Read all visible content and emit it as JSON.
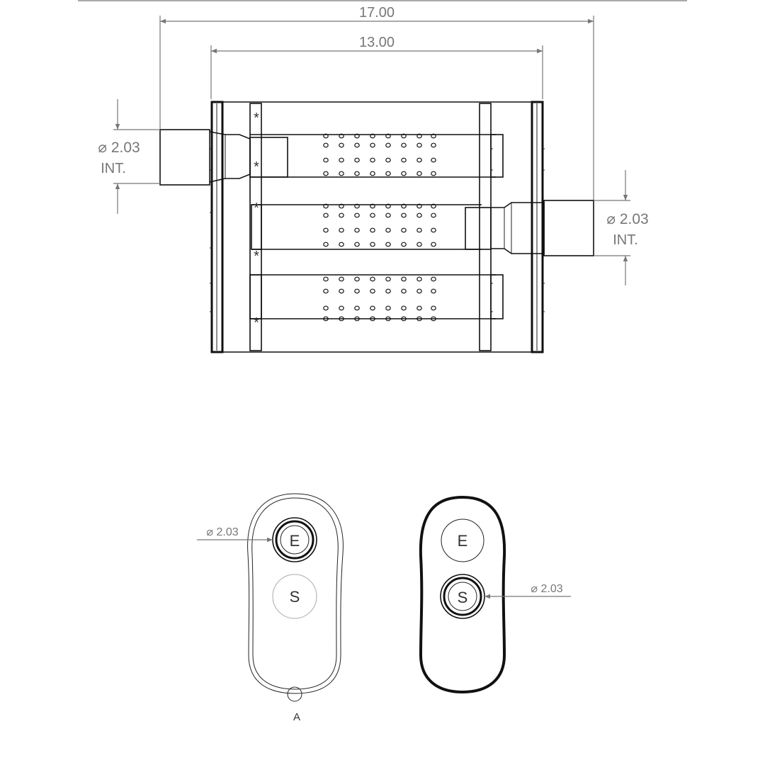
{
  "top_view": {
    "overall_length": "17.00",
    "body_length": "13.00",
    "inlet": {
      "diameter": "2.03",
      "note": "INT."
    },
    "outlet": {
      "diameter": "2.03",
      "note": "INT."
    },
    "weld_mark": "*"
  },
  "end_view_left": {
    "port_upper": "E",
    "port_lower": "S",
    "diameter": "2.03",
    "detail": "A"
  },
  "end_view_right": {
    "port_upper": "E",
    "port_lower": "S",
    "diameter": "2.03"
  },
  "symbols": {
    "diameter": "⌀"
  },
  "colors": {
    "linework": "#111111",
    "dimension": "#777777"
  }
}
